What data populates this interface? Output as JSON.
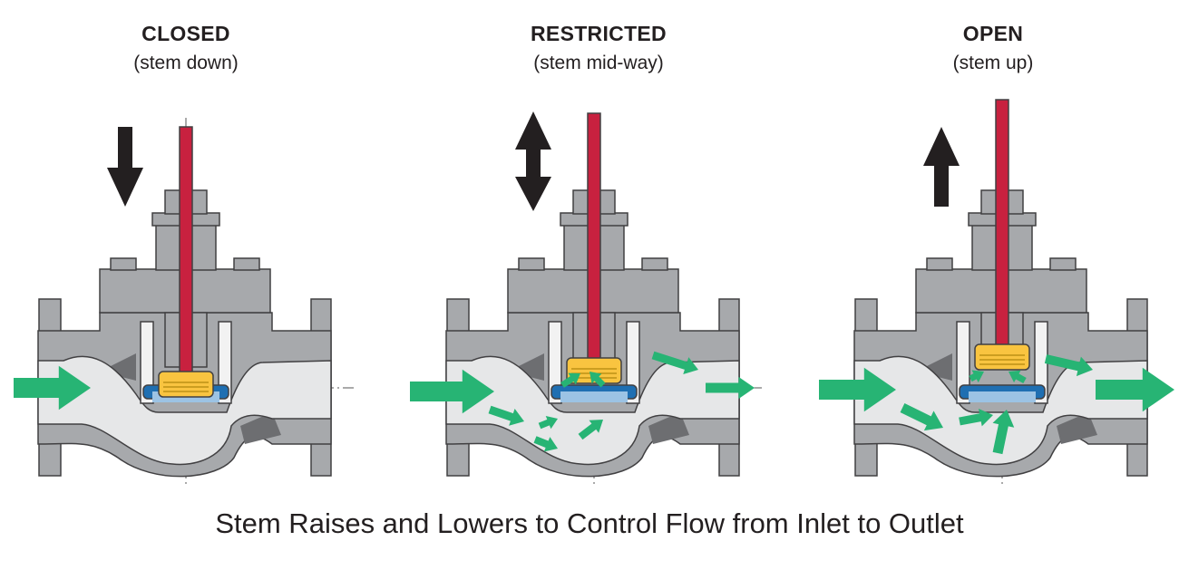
{
  "valves": [
    {
      "title": "CLOSED",
      "subtitle": "(stem down)",
      "stem_position": 0,
      "direction": "down"
    },
    {
      "title": "RESTRICTED",
      "subtitle": "(stem mid-way)",
      "stem_position": 0.5,
      "direction": "both"
    },
    {
      "title": "OPEN",
      "subtitle": "(stem up)",
      "stem_position": 1,
      "direction": "up"
    }
  ],
  "caption": "Stem Raises and Lowers to Control Flow from Inlet to Outlet",
  "colors": {
    "body": "#a7a9ac",
    "channel": "#e6e7e8",
    "outline": "#414042",
    "stem": "#c8213f",
    "plug": "#f9c440",
    "seat": "#1f6fb2",
    "flow": "#27b474",
    "motion": "#231f20"
  }
}
